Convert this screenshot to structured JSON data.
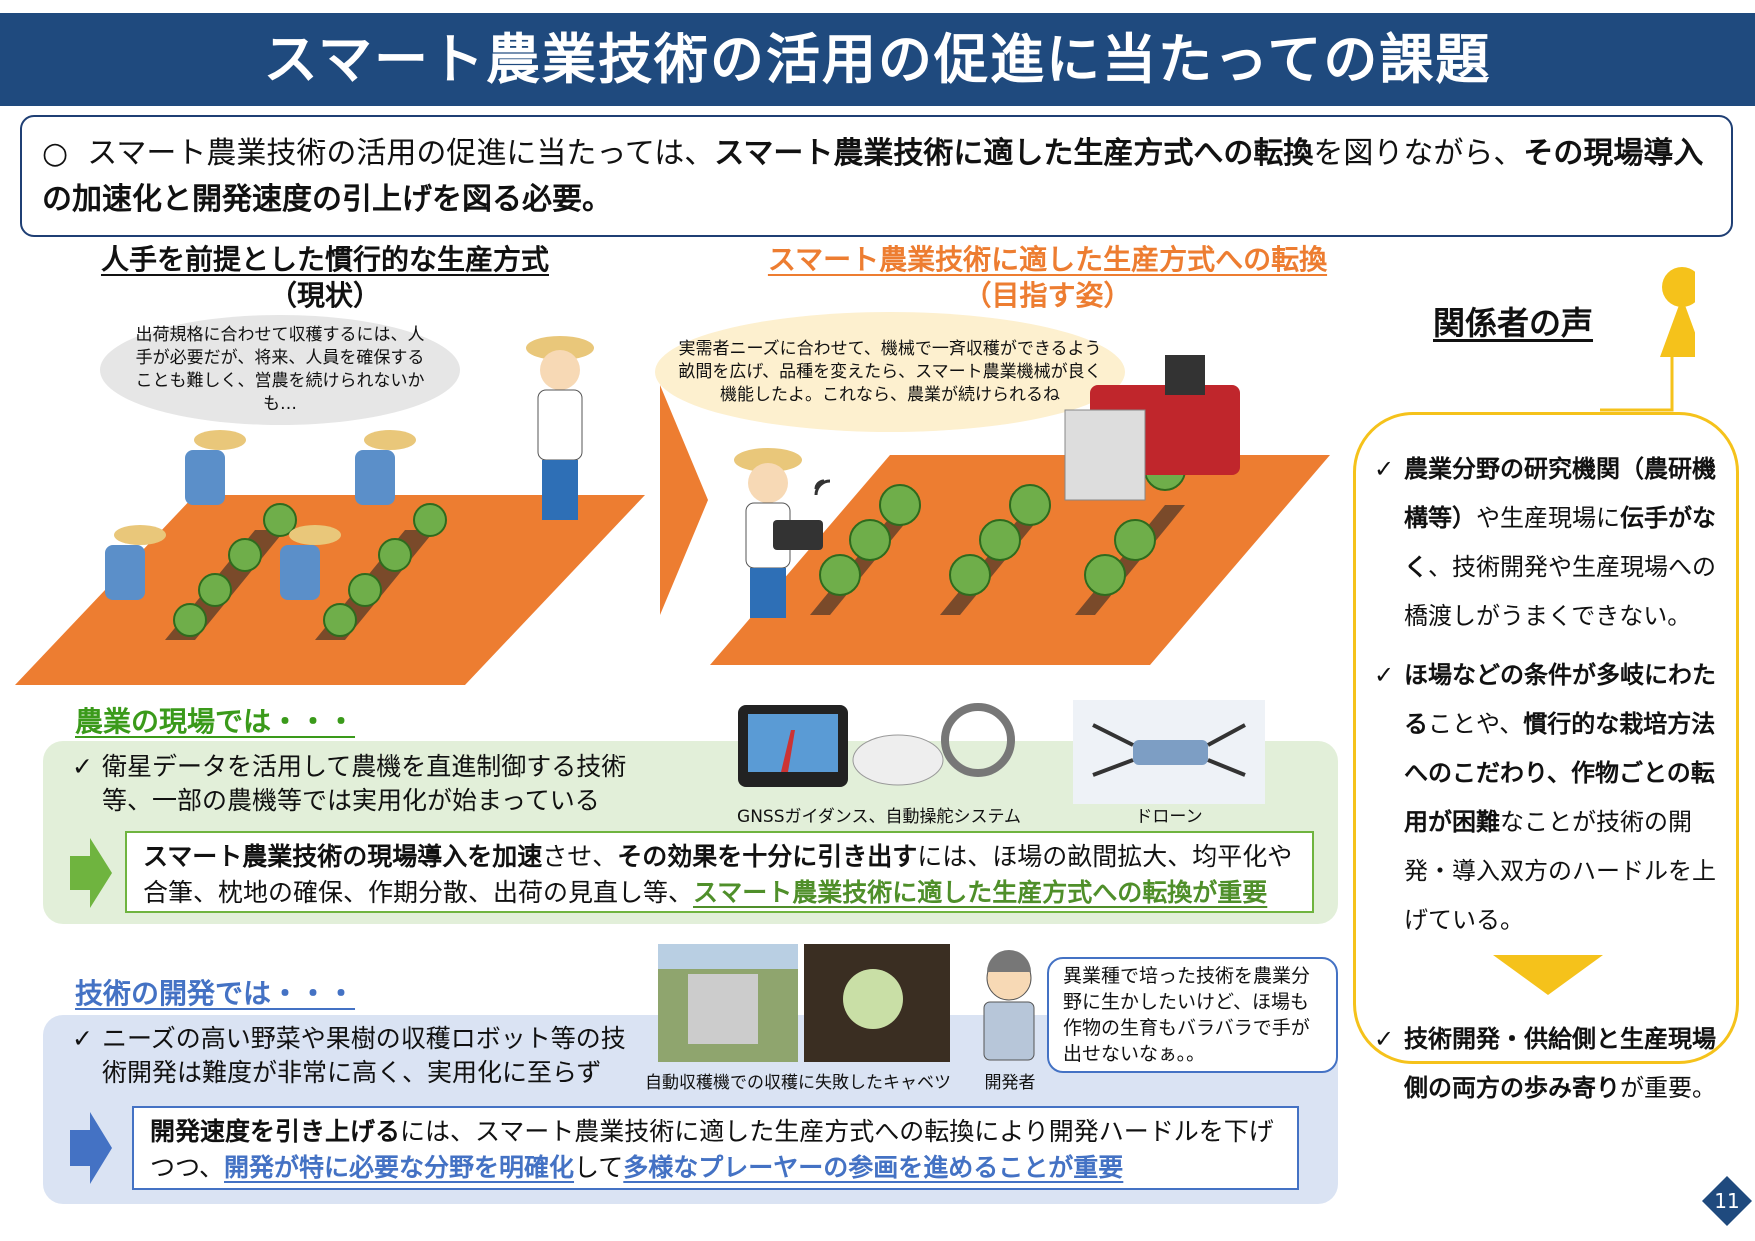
{
  "title": "スマート農業技術の活用の促進に当たっての課題",
  "summary": {
    "bullet": "○",
    "t1": "スマート農業技術の活用の促進に当たっては、",
    "b1": "スマート農業技術に適した生産方式への転換",
    "t2": "を図りながら、",
    "b2": "その現場導入の加速化と開発速度の引上げを図る必要。"
  },
  "current": {
    "heading": "人手を前提とした慣行的な生産方式",
    "sub": "（現状）",
    "speech": "出荷規格に合わせて収穫するには、人手が必要だが、将来、人員を確保することも難しく、営農を続けられないかも…"
  },
  "target": {
    "heading": "スマート農業技術に適した生産方式への転換",
    "sub": "（目指す姿）",
    "speech": "実需者ニーズに合わせて、機械で一斉収穫ができるよう畝間を広げ、品種を変えたら、スマート農業機械が良く機能したよ。これなら、農業が続けられるね"
  },
  "voices": {
    "heading": "関係者の声",
    "items": [
      [
        {
          "b": "農業分野の研究機関（農研機構等）"
        },
        {
          "t": "や生産現場に"
        },
        {
          "b": "伝手がなく"
        },
        {
          "t": "、技術開発や生産現場への橋渡しがうまくできない。"
        }
      ],
      [
        {
          "b": "ほ場などの条件が多岐にわたる"
        },
        {
          "t": "ことや、"
        },
        {
          "b": "慣行的な栽培方法へのこだわり、作物ごとの転用が困難"
        },
        {
          "t": "なことが技術の開発・導入双方のハードルを上げている。"
        }
      ]
    ],
    "conclusion": "技術開発・供給側と生産現場側の両方の歩み寄り",
    "conclusion_tail": "が重要。"
  },
  "field": {
    "heading": "農業の現場では・・・",
    "point": "衛星データを活用して農機を直進制御する技術等、一部の農機等では実用化が始まっている",
    "cap_gnss": "GNSSガイダンス、自動操舵システム",
    "cap_drone": "ドローン",
    "b1": "スマート農業技術の現場導入を加速",
    "t1": "させ、",
    "b2": "その効果を十分に引き出す",
    "t2": "には、ほ場の畝間拡大、均平化や合筆、枕地の確保、作期分散、出荷の見直し等、",
    "u1": "スマート農業技術に適した生産方式への転換が重要"
  },
  "dev": {
    "heading": "技術の開発では・・・",
    "point": "ニーズの高い野菜や果樹の収穫ロボット等の技術開発は難度が非常に高く、実用化に至らず",
    "cap_photo": "自動収穫機での収穫に失敗したキャベツ",
    "cap_dev": "開発者",
    "speech": "異業種で培った技術を農業分野に生かしたいけど、ほ場も作物の生育もバラバラで手が出せないなぁ。。",
    "b1": "開発速度を引き上げる",
    "t1": "には、スマート農業技術に適した生産方式への転換により開発ハードルを下げつつ、",
    "u1": "開発が特に必要な分野を明確化",
    "t2": "して",
    "u2": "多様なプレーヤーの参画を進めることが重要"
  },
  "page_number": "11",
  "colors": {
    "navy": "#1f4a7e",
    "orange": "#ed7d31",
    "green": "#3a9a1a",
    "blue": "#4472c4",
    "yellow": "#f5c21b"
  }
}
